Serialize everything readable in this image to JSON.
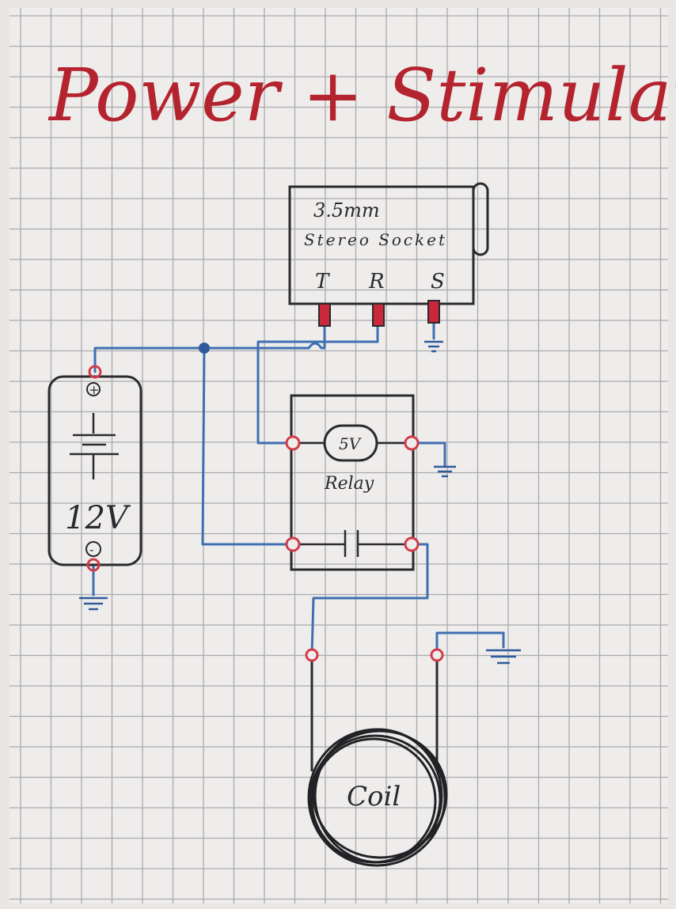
{
  "title": "Power + Stimulation",
  "colors": {
    "paper": "#efedeb",
    "grid": "#a9a9ad",
    "ink": "#2a2a2e",
    "title": "#b4242f",
    "wire": "#3f6fb3",
    "terminal": "#d23b4a",
    "pin_fill": "#c8283a"
  },
  "components": {
    "socket": {
      "name_line1": "3.5mm",
      "name_line2": "Stereo Socket",
      "pin_t": "T",
      "pin_r": "R",
      "pin_s": "S"
    },
    "battery": {
      "voltage": "12V",
      "positive": "+",
      "negative": "-"
    },
    "relay": {
      "coil_label": "5V",
      "name": "Relay"
    },
    "coil": {
      "name": "Coil"
    }
  }
}
